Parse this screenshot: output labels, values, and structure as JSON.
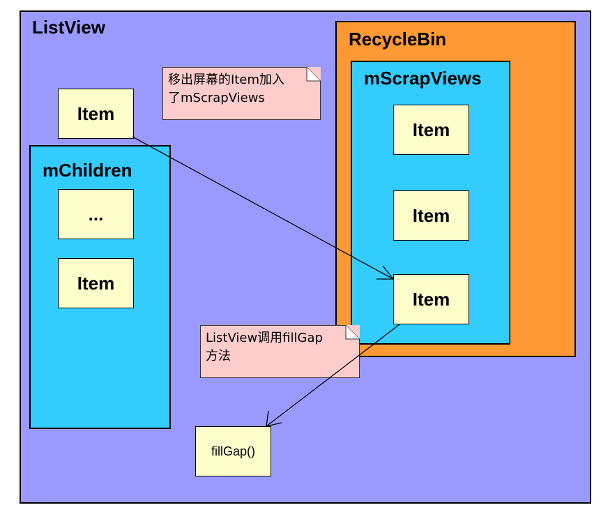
{
  "colors": {
    "listview": "#9999ff",
    "recyclebin": "#ff9933",
    "scrapviews": "#33ccff",
    "children": "#33ccff",
    "item": "#ffffcc",
    "note": "#ffcccc"
  },
  "listview": {
    "title": "ListView"
  },
  "recyclebin": {
    "title": "RecycleBin"
  },
  "scrapviews": {
    "title": "mScrapViews",
    "items": [
      "Item",
      "Item",
      "Item"
    ]
  },
  "children": {
    "title": "mChildren",
    "items": [
      "...",
      "Item"
    ]
  },
  "floating_item": {
    "label": "Item"
  },
  "fillgap_box": {
    "label": "fillGap()"
  },
  "notes": {
    "move_to_scrap": "移出屏幕的Item加入了mScrapViews",
    "call_fillgap": "ListView调用fillGap方法"
  }
}
